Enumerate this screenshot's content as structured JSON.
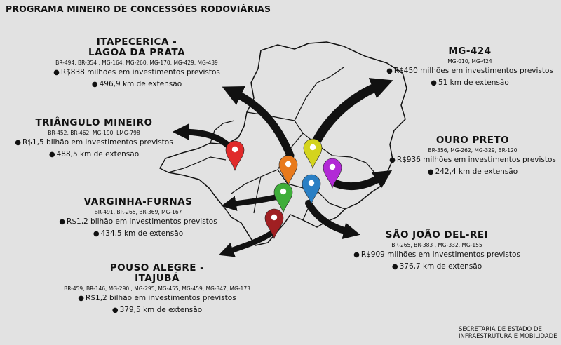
{
  "title": "PROGRAMA MINEIRO DE CONCESSÕES  RODOVIÁRIAS",
  "footer": {
    "line1": "SECRETARIA DE ESTADO DE",
    "line2": "INFRAESTRUTURA E MOBILIDADE"
  },
  "bullet": "●",
  "regions": {
    "itapecerica": {
      "name_line1": "ITAPECERICA -",
      "name_line2": "LAGOA DA PRATA",
      "roads": "BR-494, BR-354 , MG-164, MG-260, MG-170, MG-429, MG-439",
      "investment": "R$838 milhões em investimentos previstos",
      "extension": "496,9 km de extensão",
      "pin_color": "#e87a1d"
    },
    "triangulo": {
      "name": "TRIÂNGULO MINEIRO",
      "roads": "BR-452, BR-462, MG-190, LMG-798",
      "investment": "R$1,5 bilhão em investimentos previstos",
      "extension": "488,5 km de extensão",
      "pin_color": "#e02a2a"
    },
    "varginha": {
      "name": "VARGINHA-FURNAS",
      "roads": "BR-491, BR-265, BR-369, MG-167",
      "investment": "R$1,2 bilhão em investimentos previstos",
      "extension": "434,5 km de extensão",
      "pin_color": "#3fae3a"
    },
    "pouso": {
      "name_line1": "POUSO ALEGRE -",
      "name_line2": "ITAJUBÁ",
      "roads": "BR-459, BR-146, MG-290 , MG-295, MG-455, MG-459, MG-347, MG-173",
      "investment": "R$1,2 bilhão em investimentos previstos",
      "extension": "379,5 km de extensão",
      "pin_color": "#a01f22"
    },
    "mg424": {
      "name": "MG-424",
      "roads": "MG-010, MG-424",
      "investment": "R$450 milhões em  investimentos previstos",
      "extension": "51 km de extensão",
      "pin_color": "#d4d41e"
    },
    "ouropreto": {
      "name": "OURO PRETO",
      "roads": "BR-356, MG-262, MG-329, BR-120",
      "investment": "R$936 milhões em investimentos previstos",
      "extension": "242,4 km de extensão",
      "pin_color": "#b22ad6"
    },
    "saojoao": {
      "name": "SÃO JOÃO DEL-REI",
      "roads": "BR-265, BR-383 , MG-332, MG-155",
      "investment": "R$909 milhões em investimentos previstos",
      "extension": "376,7 km de extensão",
      "pin_color": "#2a7fc4"
    }
  }
}
